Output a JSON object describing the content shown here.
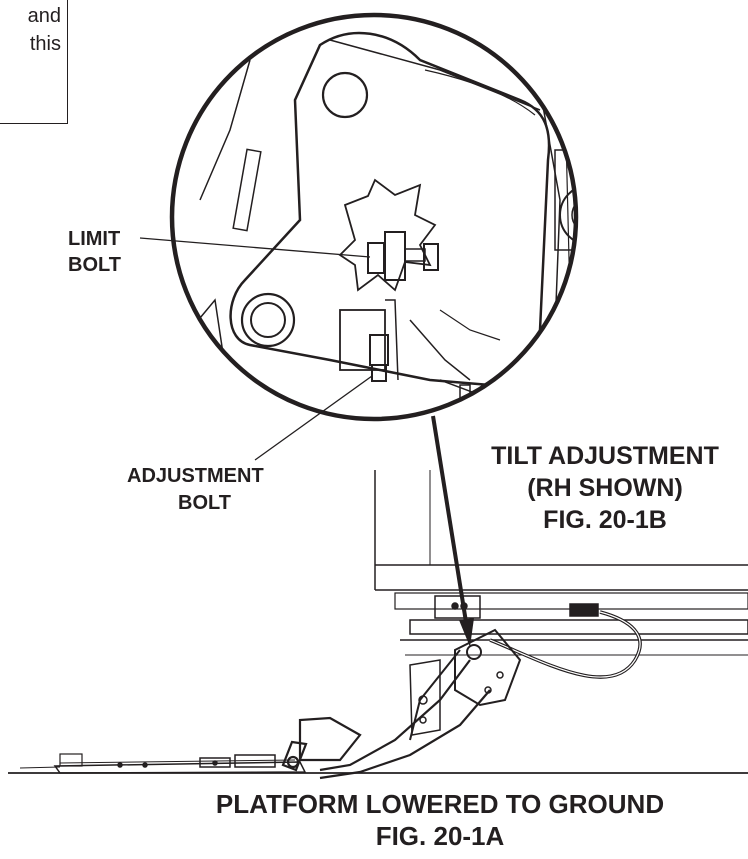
{
  "note_fragment": {
    "line1": "and",
    "line2": "this"
  },
  "labels": {
    "limit_bolt": [
      "LIMIT",
      "BOLT"
    ],
    "adjustment_bolt": [
      "ADJUSTMENT",
      "BOLT"
    ]
  },
  "detail_caption": {
    "line1": "TILT ADJUSTMENT",
    "line2": "(RH SHOWN)",
    "line3": "FIG. 20-1B"
  },
  "main_caption": {
    "line1": "PLATFORM LOWERED TO GROUND",
    "line2": "FIG. 20-1A"
  },
  "colors": {
    "ink": "#231f20",
    "background": "#ffffff"
  }
}
